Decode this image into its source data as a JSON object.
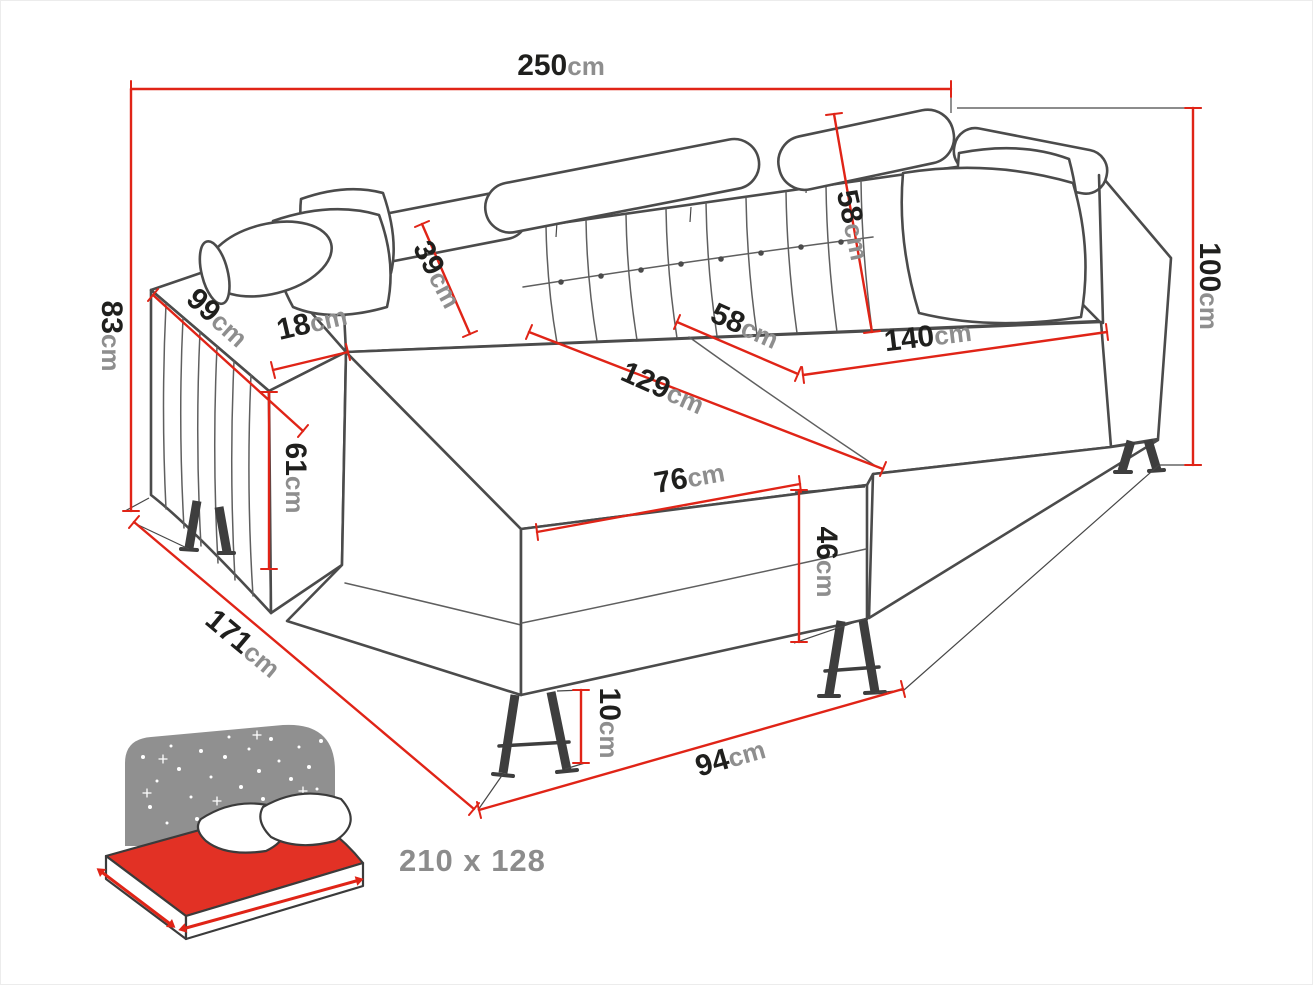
{
  "page": {
    "background": "#ffffff",
    "sleeping_area_label": "210 x 128"
  },
  "icons": {
    "bottom_left": "sofa-bed-sleeping-area-icon"
  },
  "colors": {
    "dimension_red": "#e02417",
    "outline_gray": "#4b4b4b",
    "value_text": "#1f1f1d",
    "unit_text": "#8e8e8e",
    "bed_gray": "#909090",
    "bed_red": "#e23125"
  },
  "dimensions": {
    "total_width": {
      "value": "250",
      "unit": "cm"
    },
    "left_height": {
      "value": "83",
      "unit": "cm"
    },
    "right_height": {
      "value": "100",
      "unit": "cm"
    },
    "armrest_depth": {
      "value": "99",
      "unit": "cm"
    },
    "armrest_width": {
      "value": "18",
      "unit": "cm"
    },
    "backrest_cushion": {
      "value": "39",
      "unit": "cm"
    },
    "backrest_height": {
      "value": "58",
      "unit": "cm"
    },
    "seat_depth": {
      "value": "58",
      "unit": "cm"
    },
    "seat_width": {
      "value": "140",
      "unit": "cm"
    },
    "chaise_length": {
      "value": "129",
      "unit": "cm"
    },
    "armrest_height": {
      "value": "61",
      "unit": "cm"
    },
    "chaise_width": {
      "value": "76",
      "unit": "cm"
    },
    "seat_height": {
      "value": "46",
      "unit": "cm"
    },
    "total_depth": {
      "value": "171",
      "unit": "cm"
    },
    "leg_height": {
      "value": "10",
      "unit": "cm"
    },
    "front_width": {
      "value": "94",
      "unit": "cm"
    }
  }
}
